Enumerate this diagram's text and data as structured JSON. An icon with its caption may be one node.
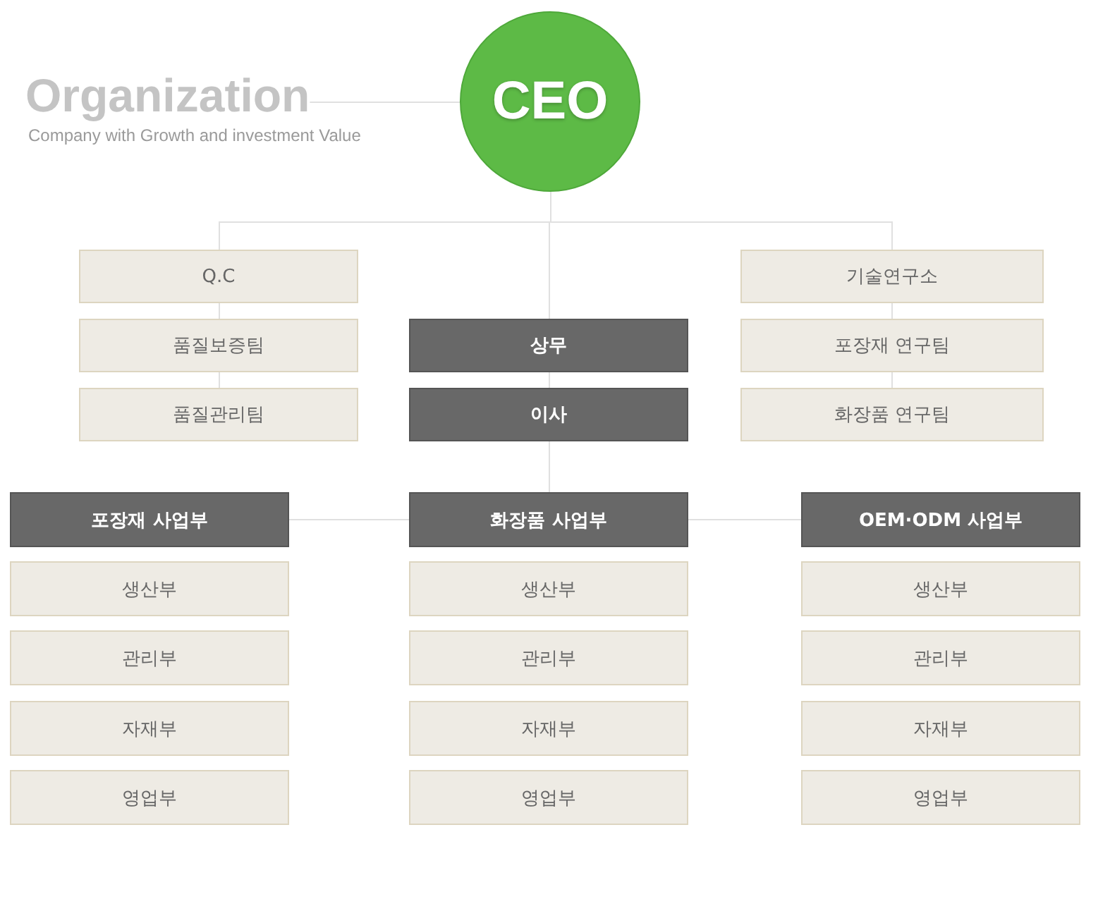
{
  "diagram": {
    "nodes": [
      {
        "text": [
          "Organization"
        ],
        "beside": [
          "Company with Growth and investment Value"
        ]
      },
      {
        "text": [
          "CEO"
        ]
      },
      {
        "text": [
          "Q.C"
        ]
      },
      {
        "text": [
          "기술연구소"
        ]
      },
      {
        "text": [
          "품질보증팀"
        ]
      },
      {
        "text": [
          "상무"
        ]
      },
      {
        "text": [
          "포장재 연구팀"
        ]
      },
      {
        "text": [
          "품질관리팀"
        ]
      },
      {
        "text": [
          "이사"
        ]
      },
      {
        "text": [
          "화장품 연구팀"
        ]
      },
      {
        "text": [
          "포장재 사업부"
        ]
      },
      {
        "text": [
          "화장품 사업부"
        ]
      },
      {
        "text": [
          "OEM·ODM 사업부"
        ]
      },
      {
        "text": [
          "생산부"
        ]
      },
      {
        "text": [
          "생산부"
        ]
      },
      {
        "text": [
          "생산부"
        ]
      },
      {
        "text": [
          "관리부"
        ]
      },
      {
        "text": [
          "관리부"
        ]
      },
      {
        "text": [
          "관리부"
        ]
      },
      {
        "text": [
          "자재부"
        ]
      },
      {
        "text": [
          "자재부"
        ]
      },
      {
        "text": [
          "자재부"
        ]
      },
      {
        "text": [
          "영업부"
        ]
      },
      {
        "text": [
          "영업부"
        ]
      },
      {
        "text": [
          "영업부"
        ]
      }
    ],
    "edges": [
      {
        "from": 0,
        "to": 1,
        "arrow": "none"
      },
      {
        "from": 1,
        "to": 2,
        "arrow": "none"
      },
      {
        "from": 1,
        "to": 5,
        "arrow": "none"
      },
      {
        "from": 1,
        "to": 3,
        "arrow": "none"
      },
      {
        "from": 2,
        "to": 4,
        "arrow": "none"
      },
      {
        "from": 4,
        "to": 7,
        "arrow": "none"
      },
      {
        "from": 3,
        "to": 6,
        "arrow": "none"
      },
      {
        "from": 6,
        "to": 9,
        "arrow": "none"
      },
      {
        "from": 5,
        "to": 8,
        "arrow": "none"
      },
      {
        "from": 8,
        "to": 11,
        "arrow": "none"
      },
      {
        "from": 11,
        "to": 10,
        "arrow": "none"
      },
      {
        "from": 11,
        "to": 12,
        "arrow": "none"
      }
    ]
  }
}
